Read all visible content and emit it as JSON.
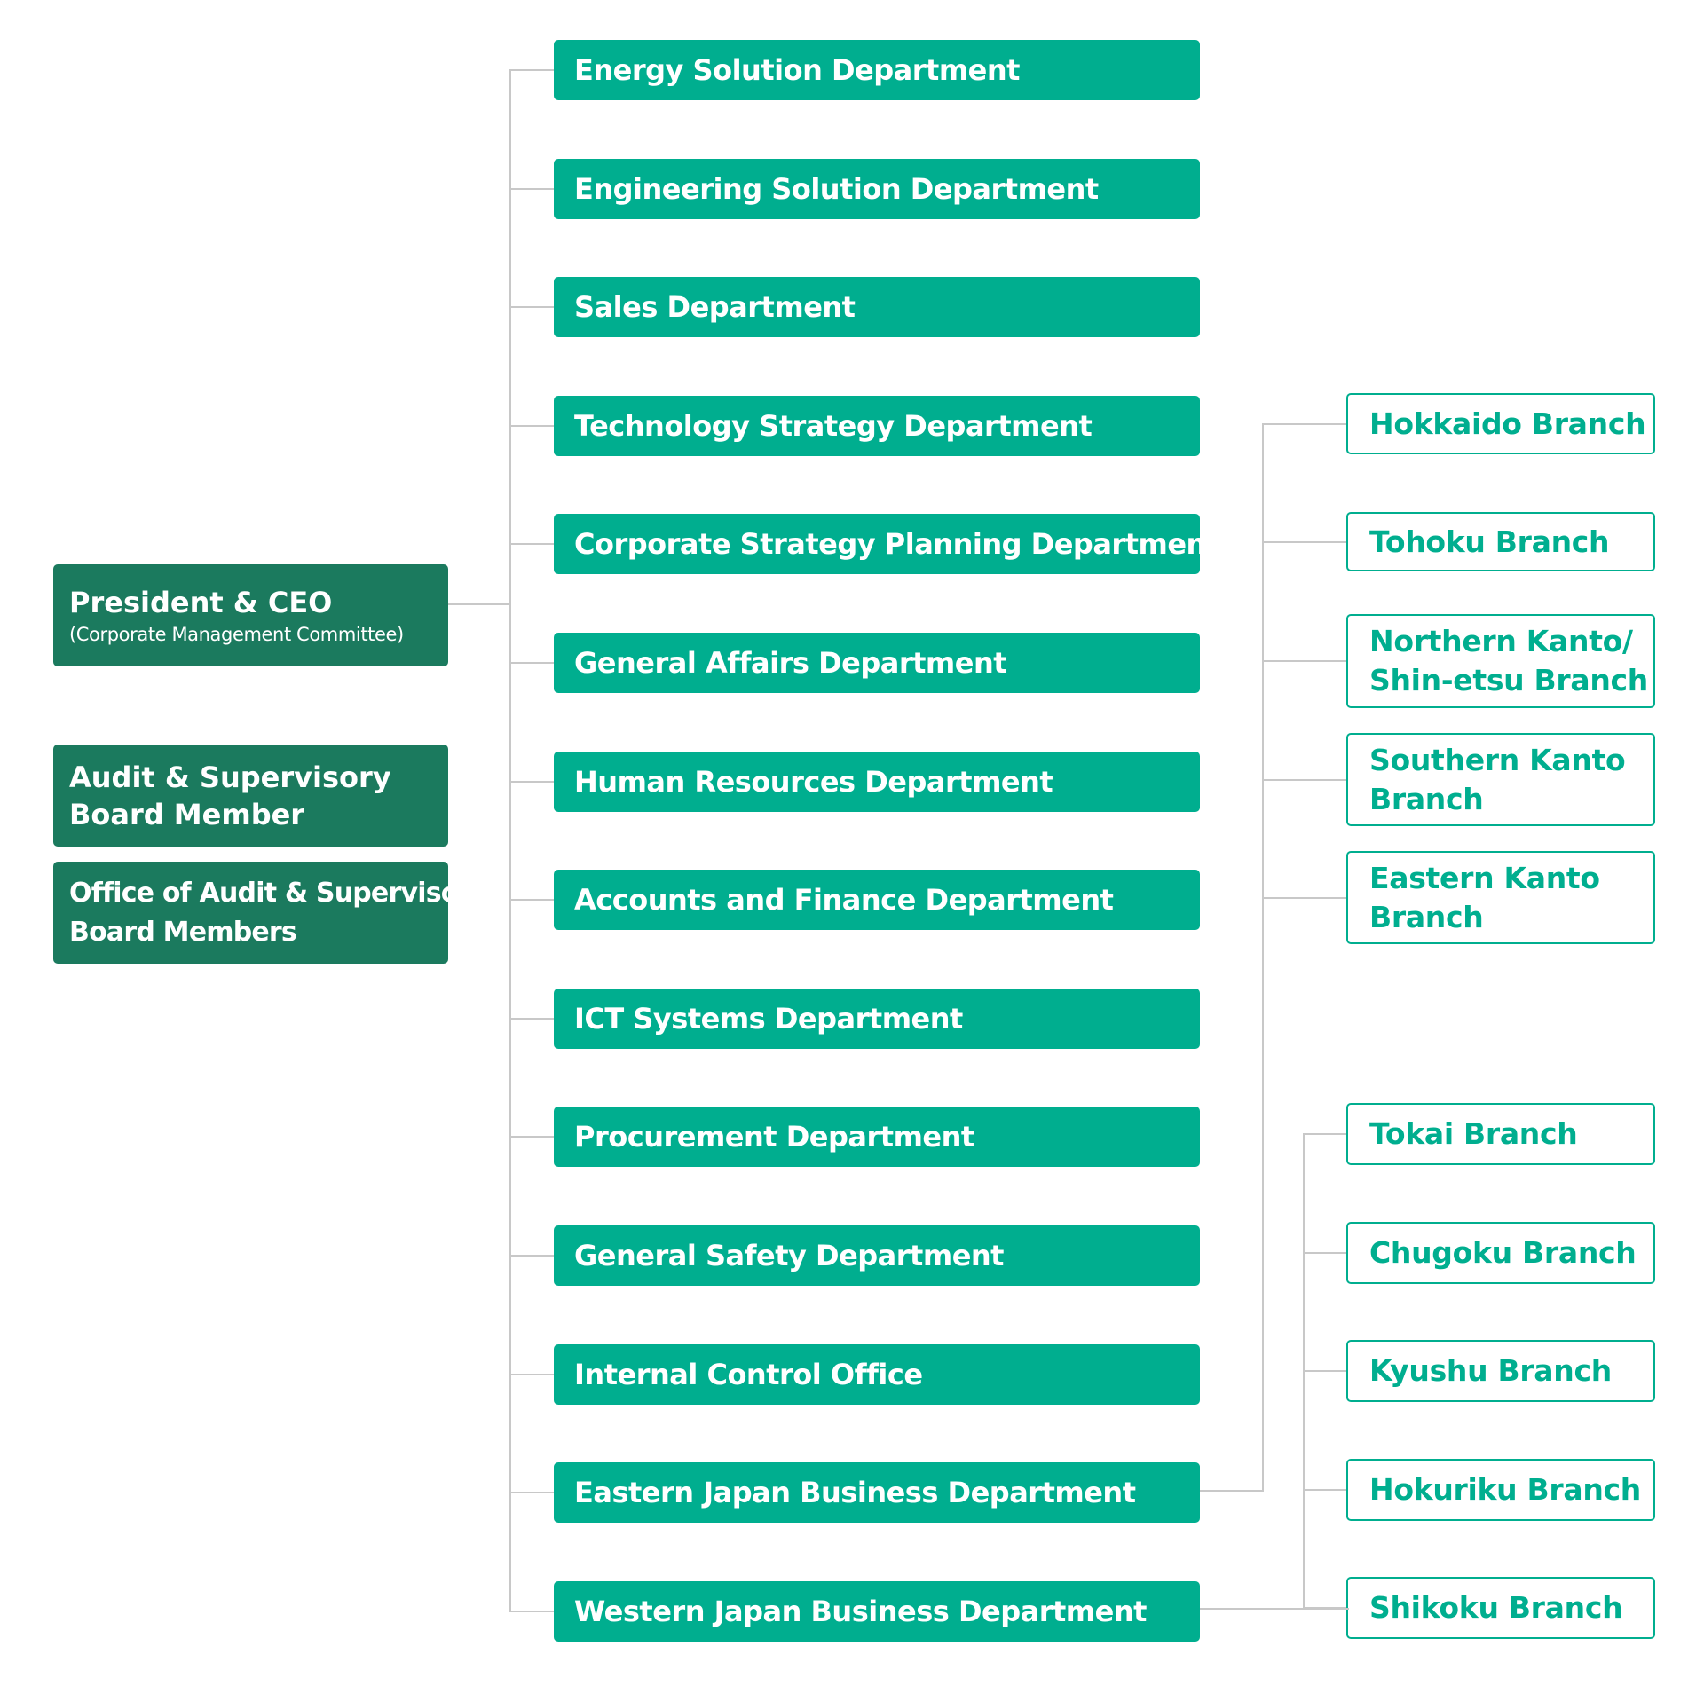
{
  "colors": {
    "executive": "#1b7a5e",
    "department": "#00ae8f",
    "branch_border": "#00ae8f",
    "connector": "#c8c8c8"
  },
  "executive": {
    "president": {
      "title": "President & CEO",
      "subtitle": "(Corporate Management Committee)"
    },
    "audit_member": {
      "line1": "Audit & Supervisory",
      "line2": "Board Member"
    },
    "audit_office": {
      "line1": "Office of Audit & Supervisory",
      "line2": "Board Members"
    }
  },
  "departments": [
    "Energy Solution Department",
    "Engineering Solution Department",
    "Sales Department",
    "Technology Strategy Department",
    "Corporate Strategy Planning Department",
    "General Affairs Department",
    "Human Resources Department",
    "Accounts and Finance Department",
    "ICT Systems Department",
    "Procurement Department",
    "General Safety Department",
    "Internal Control Office",
    "Eastern Japan Business Department",
    "Western Japan Business Department"
  ],
  "eastern_branches": [
    {
      "line1": "Hokkaido Branch",
      "line2": ""
    },
    {
      "line1": "Tohoku Branch",
      "line2": ""
    },
    {
      "line1": "Northern Kanto/",
      "line2": "Shin-etsu Branch"
    },
    {
      "line1": "Southern Kanto",
      "line2": "Branch"
    },
    {
      "line1": "Eastern Kanto",
      "line2": "Branch"
    }
  ],
  "western_branches": [
    {
      "line1": "Tokai Branch",
      "line2": ""
    },
    {
      "line1": "Chugoku Branch",
      "line2": ""
    },
    {
      "line1": "Kyushu Branch",
      "line2": ""
    },
    {
      "line1": "Hokuriku Branch",
      "line2": ""
    },
    {
      "line1": "Shikoku Branch",
      "line2": ""
    }
  ]
}
